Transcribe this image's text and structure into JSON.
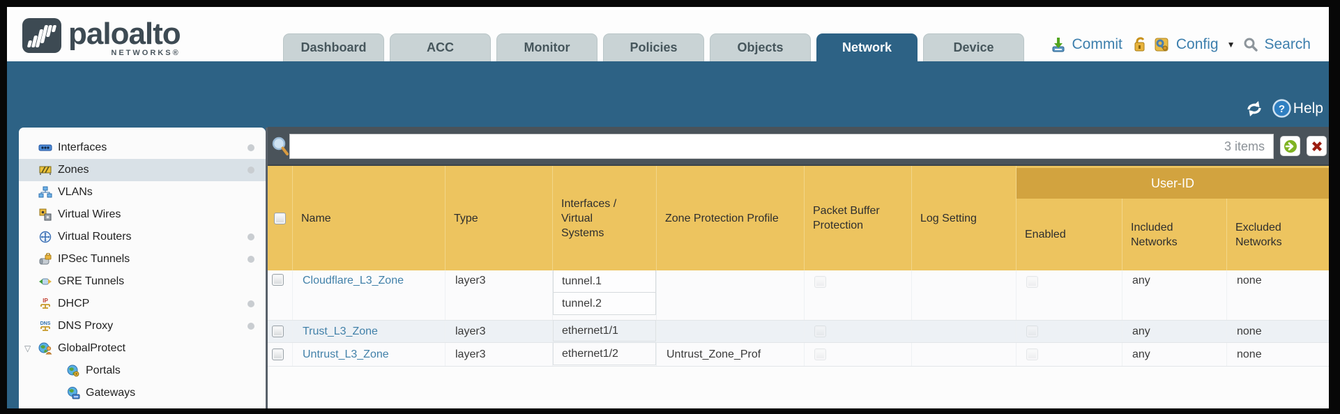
{
  "brand": {
    "logo_word": "paloalto",
    "logo_sub": "NETWORKS®"
  },
  "nav": {
    "tabs": [
      {
        "label": "Dashboard",
        "active": false
      },
      {
        "label": "ACC",
        "active": false
      },
      {
        "label": "Monitor",
        "active": false
      },
      {
        "label": "Policies",
        "active": false
      },
      {
        "label": "Objects",
        "active": false
      },
      {
        "label": "Network",
        "active": true
      },
      {
        "label": "Device",
        "active": false
      }
    ],
    "actions": {
      "commit_label": "Commit",
      "config_label": "Config",
      "search_label": "Search"
    }
  },
  "banner": {
    "help_label": "Help"
  },
  "sidebar": {
    "items": [
      {
        "label": "Interfaces",
        "icon": "interfaces-icon",
        "dot": true,
        "selected": false
      },
      {
        "label": "Zones",
        "icon": "zones-icon",
        "dot": true,
        "selected": true
      },
      {
        "label": "VLANs",
        "icon": "vlans-icon",
        "dot": false
      },
      {
        "label": "Virtual Wires",
        "icon": "virtual-wires-icon",
        "dot": false
      },
      {
        "label": "Virtual Routers",
        "icon": "virtual-routers-icon",
        "dot": true
      },
      {
        "label": "IPSec Tunnels",
        "icon": "ipsec-tunnels-icon",
        "dot": true
      },
      {
        "label": "GRE Tunnels",
        "icon": "gre-tunnels-icon",
        "dot": false
      },
      {
        "label": "DHCP",
        "icon": "dhcp-icon",
        "dot": true
      },
      {
        "label": "DNS Proxy",
        "icon": "dns-proxy-icon",
        "dot": true
      },
      {
        "label": "GlobalProtect",
        "icon": "globalprotect-icon",
        "dot": false,
        "expanded": true
      },
      {
        "label": "Portals",
        "icon": "portals-icon",
        "child": true
      },
      {
        "label": "Gateways",
        "icon": "gateways-icon",
        "child": true
      }
    ]
  },
  "filter": {
    "value": "",
    "count_label": "3 items"
  },
  "table": {
    "group_header": "User-ID",
    "columns": [
      {
        "label": ""
      },
      {
        "label": "Name"
      },
      {
        "label": "Type"
      },
      {
        "label": "Interfaces / Virtual Systems"
      },
      {
        "label": "Zone Protection Profile"
      },
      {
        "label": "Packet Buffer Protection"
      },
      {
        "label": "Log Setting"
      },
      {
        "label": "Enabled"
      },
      {
        "label": "Included Networks"
      },
      {
        "label": "Excluded Networks"
      }
    ],
    "rows": [
      {
        "name": "Cloudflare_L3_Zone",
        "type": "layer3",
        "interfaces": [
          "tunnel.1",
          "tunnel.2"
        ],
        "zone_protection_profile": "",
        "log_setting": "",
        "included_networks": "any",
        "excluded_networks": "none"
      },
      {
        "name": "Trust_L3_Zone",
        "type": "layer3",
        "interfaces": [
          "ethernet1/1"
        ],
        "zone_protection_profile": "",
        "log_setting": "",
        "included_networks": "any",
        "excluded_networks": "none"
      },
      {
        "name": "Untrust_L3_Zone",
        "type": "layer3",
        "interfaces": [
          "ethernet1/2"
        ],
        "zone_protection_profile": "Untrust_Zone_Prof",
        "log_setting": "",
        "included_networks": "any",
        "excluded_networks": "none"
      }
    ]
  },
  "icons": {
    "refresh-icon": "circular-arrows",
    "help-icon": "question-circle",
    "commit-icon": "download-tray",
    "lock-icon": "padlock-open",
    "config-icon": "gold-key-tool",
    "search-icon": "magnifier",
    "filter-search-icon": "magnifier",
    "apply-filter-icon": "green-arrow-right",
    "clear-filter-icon": "red-x",
    "expander-icon": "triangle-down"
  },
  "colors": {
    "teal_band": "#2d6285",
    "table_header": "#edc45f",
    "user_id_band": "#d2a33f",
    "filter_bar": "#4a535a",
    "link_blue": "#4281a9",
    "action_blue": "#3d7fad",
    "tab_inactive": "#c9d3d5",
    "row_alt": "#edf1f5",
    "frame": "#070707"
  }
}
